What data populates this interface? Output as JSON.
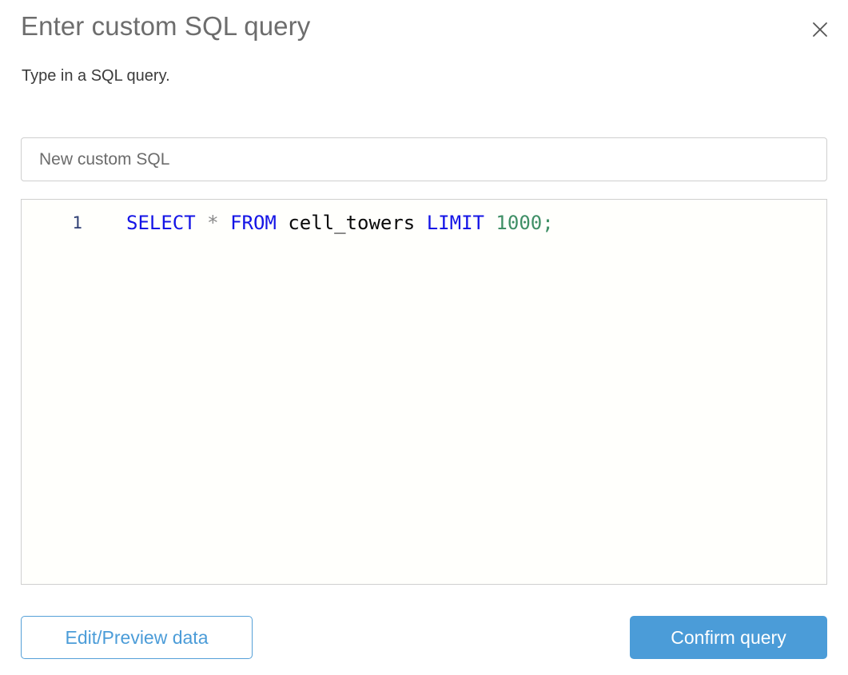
{
  "dialog": {
    "title": "Enter custom SQL query",
    "subtitle": "Type in a SQL query.",
    "close_icon": "close-icon"
  },
  "name_field": {
    "value": "New custom SQL",
    "placeholder": "New custom SQL"
  },
  "editor": {
    "line_numbers": [
      "1"
    ],
    "query_text": "SELECT * FROM cell_towers LIMIT 1000;",
    "tokens": [
      {
        "text": "SELECT",
        "type": "keyword"
      },
      {
        "text": " ",
        "type": "plain"
      },
      {
        "text": "*",
        "type": "operator"
      },
      {
        "text": " ",
        "type": "plain"
      },
      {
        "text": "FROM",
        "type": "keyword"
      },
      {
        "text": " ",
        "type": "plain"
      },
      {
        "text": "cell_towers",
        "type": "identifier"
      },
      {
        "text": " ",
        "type": "plain"
      },
      {
        "text": "LIMIT",
        "type": "keyword"
      },
      {
        "text": " ",
        "type": "plain"
      },
      {
        "text": "1000",
        "type": "number"
      },
      {
        "text": ";",
        "type": "punctuation"
      }
    ]
  },
  "footer": {
    "secondary_label": "Edit/Preview data",
    "primary_label": "Confirm query"
  },
  "colors": {
    "accent": "#4b9cd8",
    "title": "#6d6d6d",
    "subtitle": "#3b3b3b",
    "keyword": "#1414e6",
    "number": "#3f8f66",
    "identifier": "#0a0a0a",
    "operator": "#8a8a8a",
    "line_number": "#2f3f73",
    "border": "#cfcfcf",
    "editor_background": "#fffffc"
  }
}
